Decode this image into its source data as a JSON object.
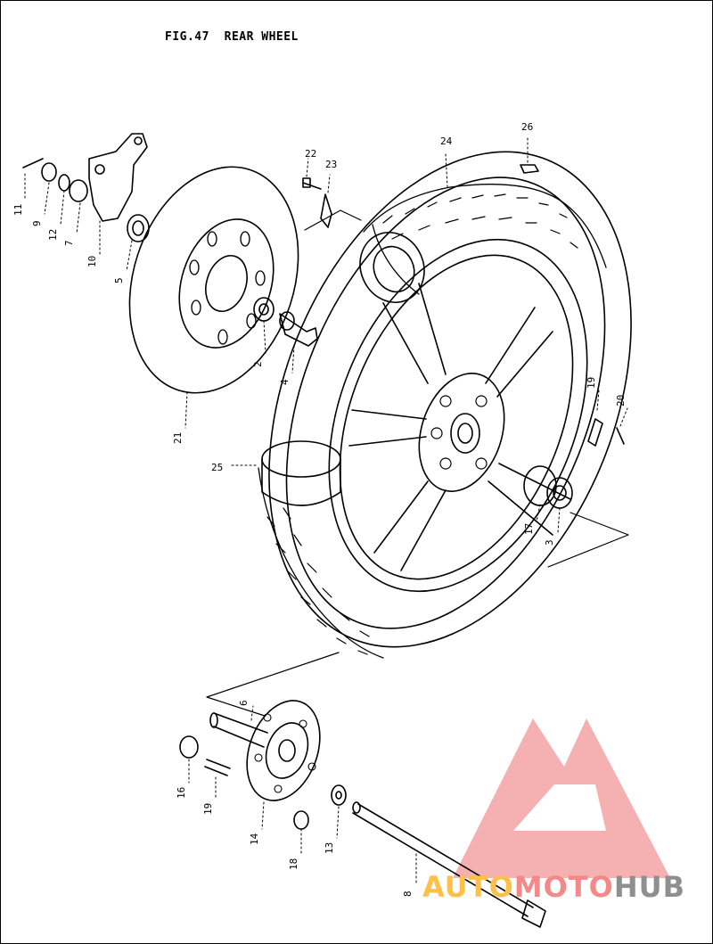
{
  "figure": {
    "title": "FIG.47  REAR WHEEL"
  },
  "parts": [
    {
      "num": "2"
    },
    {
      "num": "3"
    },
    {
      "num": "4"
    },
    {
      "num": "5"
    },
    {
      "num": "6"
    },
    {
      "num": "7"
    },
    {
      "num": "8"
    },
    {
      "num": "9"
    },
    {
      "num": "10"
    },
    {
      "num": "11"
    },
    {
      "num": "12"
    },
    {
      "num": "13"
    },
    {
      "num": "14"
    },
    {
      "num": "16"
    },
    {
      "num": "17"
    },
    {
      "num": "18"
    },
    {
      "num": "19"
    },
    {
      "num": "19"
    },
    {
      "num": "20"
    },
    {
      "num": "21"
    },
    {
      "num": "22"
    },
    {
      "num": "23"
    },
    {
      "num": "24"
    },
    {
      "num": "25"
    },
    {
      "num": "26"
    }
  ],
  "watermark": {
    "part1": "AUTO",
    "part2": "MOTO",
    "part3": "HUB",
    "colors": {
      "auto": "#ffc04a",
      "moto": "#f28a8a",
      "hub": "#8f8f8f",
      "logo": "#f28a8a"
    }
  }
}
